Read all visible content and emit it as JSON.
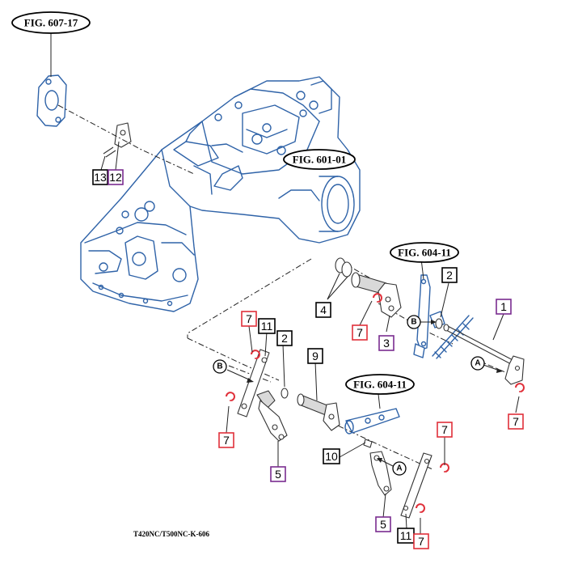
{
  "figure_refs": {
    "fig_607_17": "FIG. 607-17",
    "fig_601_01": "FIG. 601-01",
    "fig_604_11_upper": "FIG. 604-11",
    "fig_604_11_lower": "FIG. 604-11"
  },
  "callouts": {
    "c1": "1",
    "c2_upper": "2",
    "c2_lower": "2",
    "c3": "3",
    "c4": "4",
    "c5_left": "5",
    "c5_bottom": "5",
    "c7_upper_left": "7",
    "c7_center": "7",
    "c7_right": "7",
    "c7_left": "7",
    "c7_lower_right": "7",
    "c7_bottom": "7",
    "c9": "9",
    "c10": "10",
    "c11_upper": "11",
    "c11_bottom": "11",
    "c12": "12",
    "c13": "13"
  },
  "markers": {
    "a_right": "A",
    "a_bottom": "A",
    "b_upper": "B",
    "b_left": "B"
  },
  "footer": {
    "code": "T420NC/T500NC-K-606"
  },
  "colors": {
    "highlight_red": "#e0303a",
    "highlight_purple": "#7a2c8f",
    "callout_black": "#000000",
    "part_blue": "#2f63a8"
  }
}
